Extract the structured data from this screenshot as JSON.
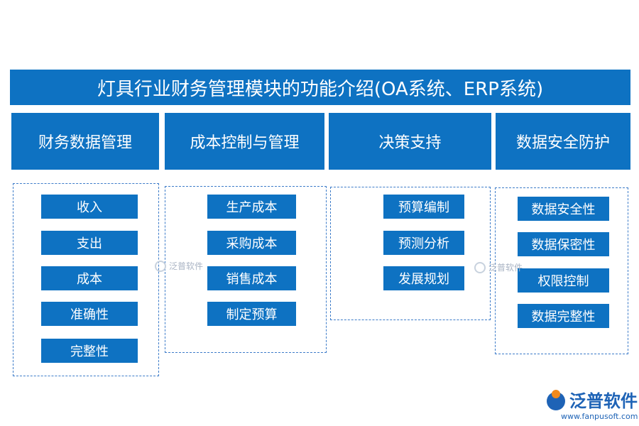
{
  "title": "灯具行业财务管理模块的功能介绍(OA系统、ERP系统)",
  "columns": [
    {
      "header": "财务数据管理",
      "items": [
        "收入",
        "支出",
        "成本",
        "准确性",
        "完整性"
      ]
    },
    {
      "header": "成本控制与管理",
      "items": [
        "生产成本",
        "采购成本",
        "销售成本",
        "制定预算"
      ]
    },
    {
      "header": "决策支持",
      "items": [
        "预算编制",
        "预测分析",
        "发展规划"
      ]
    },
    {
      "header": "数据安全防护",
      "items": [
        "数据安全性",
        "数据保密性",
        "权限控制",
        "数据完整性"
      ]
    }
  ],
  "watermark": {
    "text": "泛普软件"
  },
  "logo": {
    "name": "泛普软件",
    "url": "www.fanpusoft.com"
  },
  "colors": {
    "primary": "#0e72c2",
    "dashed_border": "#3d7cc9",
    "logo_blue": "#1e63b6",
    "logo_orange": "#f08a1e"
  }
}
